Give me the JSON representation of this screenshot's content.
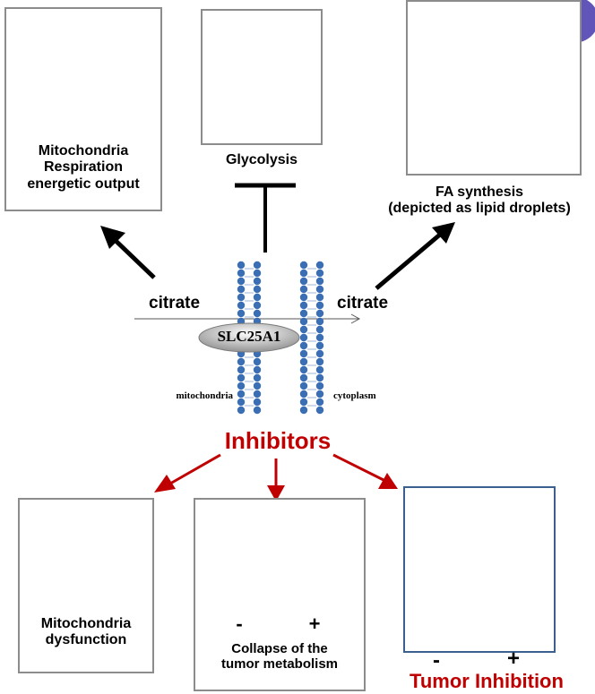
{
  "panels": {
    "mito_respiration": {
      "line1": "Mitochondria",
      "line2": "Respiration",
      "line3": "energetic output"
    },
    "glycolysis": {
      "label": "Glycolysis"
    },
    "fa_synthesis": {
      "line1": "FA synthesis",
      "line2": "(depicted as lipid droplets)"
    },
    "mito_dysfunction": {
      "line1": "Mitochondria",
      "line2": "dysfunction"
    },
    "tumor_metabolism": {
      "minus": "-",
      "plus": "+",
      "line1": "Collapse of the",
      "line2": "tumor metabolism"
    },
    "tumor_inhibition": {
      "minus": "-",
      "plus": "+",
      "label": "Tumor Inhibition"
    }
  },
  "center": {
    "citrate_left": "citrate",
    "citrate_right": "citrate",
    "transporter": "SLC25A1",
    "mitochondria": "mitochondria",
    "cytoplasm": "cytoplasm",
    "inhibitors": "Inhibitors"
  },
  "colors": {
    "inhibitor_red": "#c00000",
    "membrane_blue": "#3a6fb5",
    "box_border": "#8c8c8c",
    "mouse_box_border": "#3b5f8f"
  }
}
